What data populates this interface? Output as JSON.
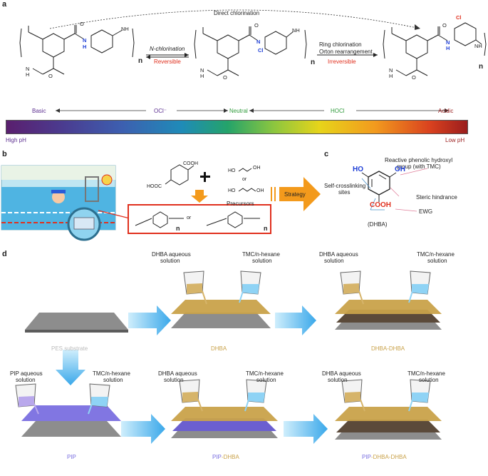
{
  "panel_a": {
    "label": "a",
    "direct": "Direct chlorination",
    "nchl": "N-chlorination",
    "reversible": "Reversible",
    "ring1": "Ring chlorination",
    "ring2": "Orton rearrangement",
    "irreversible": "Irreversible",
    "basic": "Basic",
    "neutral": "Neutral",
    "acidic": "Acidic",
    "ocl": "OCl⁻",
    "hocl": "HOCl",
    "high_ph": "High pH",
    "low_ph": "Low pH",
    "n": "n",
    "cl": "Cl",
    "nh": "NH",
    "n_atom": "N",
    "h": "H",
    "o": "O"
  },
  "panel_b": {
    "label": "b",
    "precursors": "Precursors",
    "strategy": "Strategy",
    "cooh": "COOH",
    "hooc": "HOOC",
    "ho": "HO",
    "oh": "OH",
    "or": "or",
    "n": "n"
  },
  "panel_c": {
    "label": "c",
    "reactive1": "Reactive phenolic hydroxyl",
    "reactive2": "group (with TMC)",
    "selfcross1": "Self-crosslinking",
    "selfcross2": "sites",
    "steric": "Steric hindrance",
    "ewg": "EWG",
    "dhba": "(DHBA)",
    "ho": "HO",
    "oh": "OH",
    "cooh": "COOH"
  },
  "panel_d": {
    "label": "d",
    "dhba_aq1": "DHBA aqueous",
    "dhba_aq2": "solution",
    "tmc1": "TMC/n-hexane",
    "tmc2": "solution",
    "pip_aq1": "PIP aqueous",
    "pip_aq2": "solution",
    "pes": "PES substrate",
    "dhba": "DHBA",
    "dhba_dhba": "DHBA-DHBA",
    "pip": "PIP",
    "pip_dhba_a": "PIP",
    "pip_dhba_b": "-DHBA",
    "pdd_a": "PIP",
    "pdd_b": "-DHBA",
    "pdd_c": "-DHBA"
  },
  "colors": {
    "red": "#e0301e",
    "blue": "#1f3fd6",
    "green": "#2e9a3a",
    "purple": "#5b2d8f",
    "gold": "#c9a24a",
    "orange": "#f39a1c",
    "pip_purple": "#7a6fe0"
  }
}
